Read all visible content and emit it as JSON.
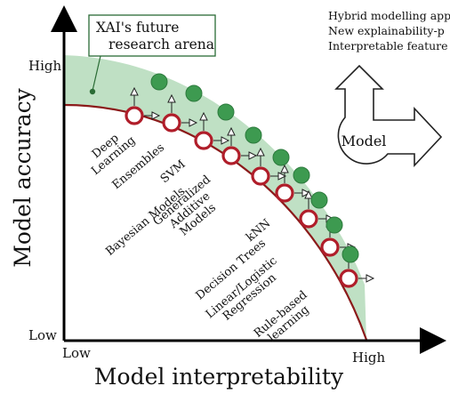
{
  "axes": {
    "x_title": "Model interpretability",
    "y_title": "Model accuracy",
    "x_low": "Low",
    "x_high": "High",
    "y_low": "Low",
    "y_high": "High"
  },
  "callout": {
    "line1": "XAI's future",
    "line2": "research arena"
  },
  "corner_lines": [
    "Hybrid modelling app",
    "New explainability-p",
    "Interpretable feature"
  ],
  "model_symbol_label": "Model",
  "models": [
    {
      "lines": [
        "Deep",
        "Learning"
      ]
    },
    {
      "lines": [
        "Ensembles"
      ]
    },
    {
      "lines": [
        "SVM"
      ]
    },
    {
      "lines": [
        "Bayesian Models"
      ]
    },
    {
      "lines": [
        "Generalized",
        "Additive",
        "Models"
      ]
    },
    {
      "lines": [
        "kNN"
      ]
    },
    {
      "lines": [
        "Decision Trees"
      ]
    },
    {
      "lines": [
        "Linear/Logistic",
        "Regression"
      ]
    },
    {
      "lines": [
        "Rule-based",
        "learning"
      ]
    }
  ],
  "colors": {
    "band_fill": "#bfe0c4",
    "frontier_line": "#8b1a1a",
    "model_ring": "#b01e2a",
    "future_dot": "#3d9a50",
    "callout_border": "#2a6b35",
    "axis": "#000000"
  }
}
